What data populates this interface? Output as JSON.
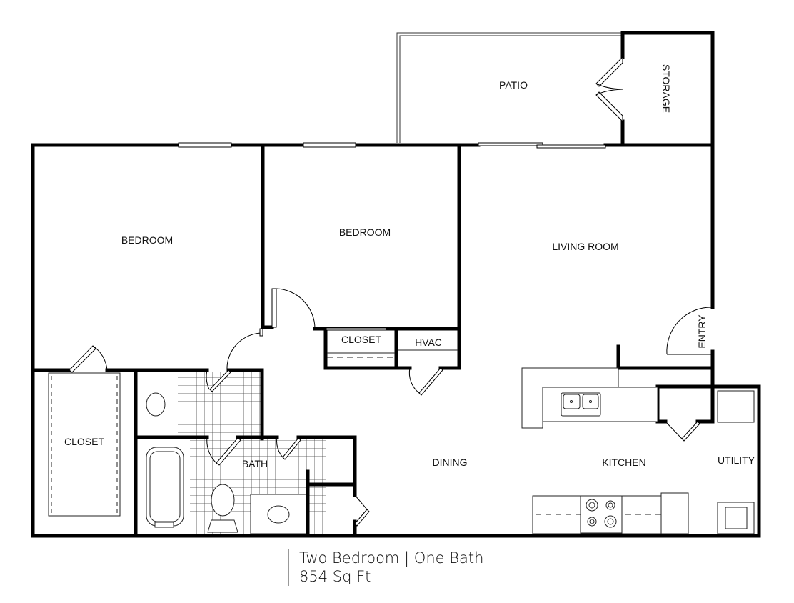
{
  "floorplan": {
    "rooms": {
      "bedroom_1": "BEDROOM",
      "bedroom_2": "BEDROOM",
      "living_room": "LIVING ROOM",
      "patio": "PATIO",
      "storage": "STORAGE",
      "closet_1": "CLOSET",
      "closet_2": "CLOSET",
      "hvac": "HVAC",
      "entry": "ENTRY",
      "bath": "BATH",
      "dining": "DINING",
      "kitchen": "KITCHEN",
      "utility": "UTILITY"
    },
    "colors": {
      "wall": "#000000",
      "background": "#ffffff",
      "tile": "#555555"
    }
  },
  "caption": {
    "unit_type": "Two Bedroom | One Bath",
    "area": "854 Sq Ft"
  }
}
